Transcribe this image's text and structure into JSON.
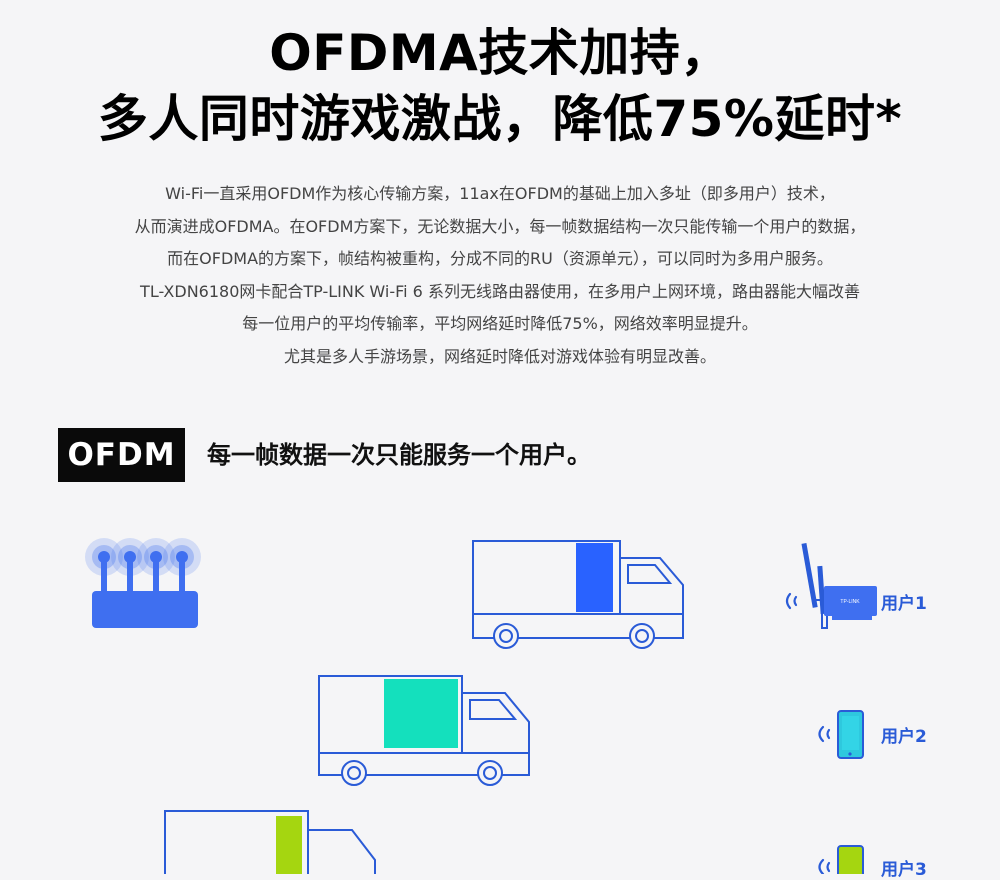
{
  "headline": {
    "line1": "OFDMA技术加持，",
    "line2": "多人同时游戏激战，降低75%延时*"
  },
  "description": [
    "Wi-Fi一直采用OFDM作为核心传输方案，11ax在OFDM的基础上加入多址（即多用户）技术，",
    "从而演进成OFDMA。在OFDM方案下，无论数据大小，每一帧数据结构一次只能传输一个用户的数据，",
    "而在OFDMA的方案下，帧结构被重构，分成不同的RU（资源单元），可以同时为多用户服务。",
    "TL-XDN6180网卡配合TP-LINK Wi-Fi 6 系列无线路由器使用，在多用户上网环境，路由器能大幅改善",
    "每一位用户的平均传输率，平均网络延时降低75%，网络效率明显提升。",
    "尤其是多人手游场景，网络延时降低对游戏体验有明显改善。"
  ],
  "section": {
    "badge": "OFDM",
    "caption": "每一帧数据一次只能服务一个用户。"
  },
  "card_brand": "TP-LINK",
  "users": [
    {
      "label": "用户1",
      "device": "pcie-wifi-card-icon"
    },
    {
      "label": "用户2",
      "device": "smartphone-icon"
    },
    {
      "label": "用户3",
      "device": "smartphone-icon"
    }
  ],
  "colors": {
    "outline": "#2a5bd7",
    "router": "#3f6ff0",
    "cargo1": "#2962ff",
    "cargo2": "#14e0bd",
    "cargo3": "#a5d610",
    "phone2": "#2ec8de",
    "phone3": "#a5d610"
  }
}
